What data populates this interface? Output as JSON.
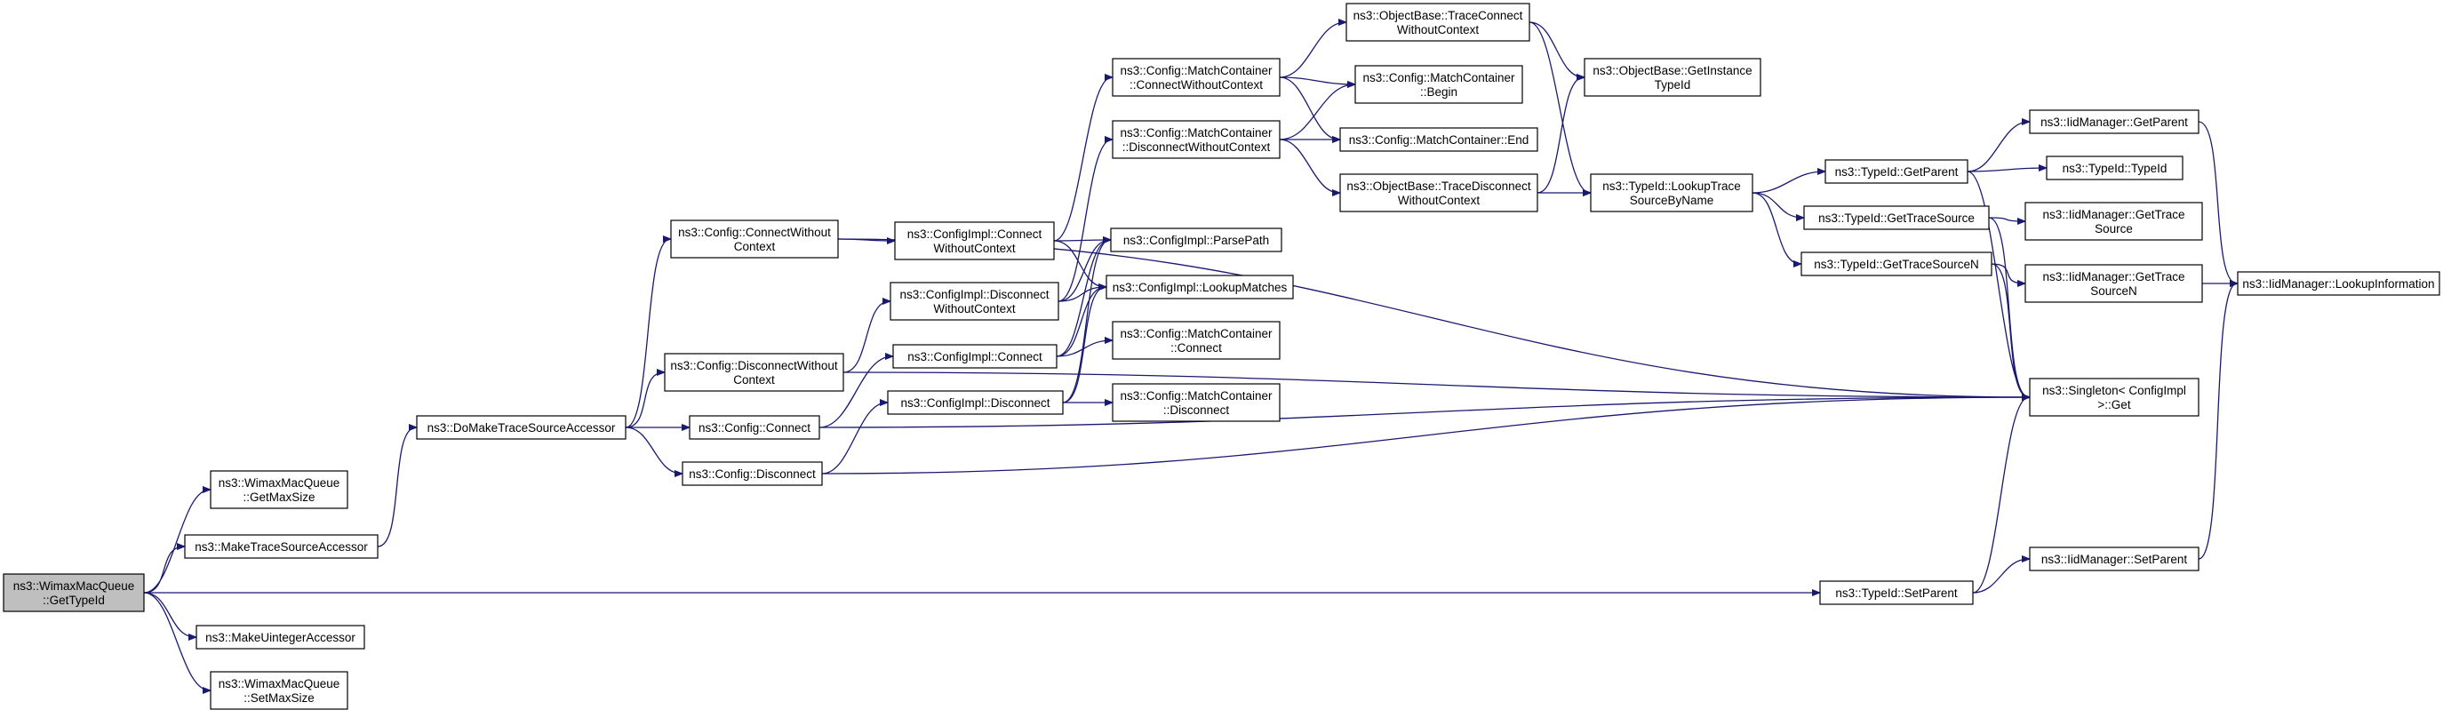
{
  "colors": {
    "edge": "#191970",
    "root_fill": "#bfbfbf",
    "node_fill": "#ffffff",
    "border": "#000000"
  },
  "nodes": [
    {
      "id": "getTypeId",
      "lines": [
        "ns3::WimaxMacQueue",
        "::GetTypeId"
      ],
      "root": true
    },
    {
      "id": "getMaxSize",
      "lines": [
        "ns3::WimaxMacQueue",
        "::GetMaxSize"
      ]
    },
    {
      "id": "makeTSA",
      "lines": [
        "ns3::MakeTraceSourceAccessor"
      ]
    },
    {
      "id": "makeUIA",
      "lines": [
        "ns3::MakeUintegerAccessor"
      ]
    },
    {
      "id": "setMaxSize",
      "lines": [
        "ns3::WimaxMacQueue",
        "::SetMaxSize"
      ]
    },
    {
      "id": "doMakeTSA",
      "lines": [
        "ns3::DoMakeTraceSourceAccessor"
      ]
    },
    {
      "id": "cfgConnWC",
      "lines": [
        "ns3::Config::ConnectWithout",
        "Context"
      ]
    },
    {
      "id": "cfgDiscWC",
      "lines": [
        "ns3::Config::DisconnectWithout",
        "Context"
      ]
    },
    {
      "id": "cfgConnect",
      "lines": [
        "ns3::Config::Connect"
      ]
    },
    {
      "id": "cfgDisconnect",
      "lines": [
        "ns3::Config::Disconnect"
      ]
    },
    {
      "id": "implConnWC",
      "lines": [
        "ns3::ConfigImpl::Connect",
        "WithoutContext"
      ]
    },
    {
      "id": "implDiscWC",
      "lines": [
        "ns3::ConfigImpl::Disconnect",
        "WithoutContext"
      ]
    },
    {
      "id": "implConnect",
      "lines": [
        "ns3::ConfigImpl::Connect"
      ]
    },
    {
      "id": "implDisconnect",
      "lines": [
        "ns3::ConfigImpl::Disconnect"
      ]
    },
    {
      "id": "mcConnWC",
      "lines": [
        "ns3::Config::MatchContainer",
        "::ConnectWithoutContext"
      ]
    },
    {
      "id": "mcDiscWC",
      "lines": [
        "ns3::Config::MatchContainer",
        "::DisconnectWithoutContext"
      ]
    },
    {
      "id": "parsePath",
      "lines": [
        "ns3::ConfigImpl::ParsePath"
      ]
    },
    {
      "id": "lookupMatches",
      "lines": [
        "ns3::ConfigImpl::LookupMatches"
      ]
    },
    {
      "id": "mcConnect",
      "lines": [
        "ns3::Config::MatchContainer",
        "::Connect"
      ]
    },
    {
      "id": "mcDisconnect",
      "lines": [
        "ns3::Config::MatchContainer",
        "::Disconnect"
      ]
    },
    {
      "id": "obTraceConnWC",
      "lines": [
        "ns3::ObjectBase::TraceConnect",
        "WithoutContext"
      ]
    },
    {
      "id": "mcBegin",
      "lines": [
        "ns3::Config::MatchContainer",
        "::Begin"
      ]
    },
    {
      "id": "mcEnd",
      "lines": [
        "ns3::Config::MatchContainer::End"
      ]
    },
    {
      "id": "obTraceDiscWC",
      "lines": [
        "ns3::ObjectBase::TraceDisconnect",
        "WithoutContext"
      ]
    },
    {
      "id": "obGetInstTid",
      "lines": [
        "ns3::ObjectBase::GetInstance",
        "TypeId"
      ]
    },
    {
      "id": "tidLookupTSBN",
      "lines": [
        "ns3::TypeId::LookupTrace",
        "SourceByName"
      ]
    },
    {
      "id": "tidGetParent",
      "lines": [
        "ns3::TypeId::GetParent"
      ]
    },
    {
      "id": "tidGetTS",
      "lines": [
        "ns3::TypeId::GetTraceSource"
      ]
    },
    {
      "id": "tidGetTSN",
      "lines": [
        "ns3::TypeId::GetTraceSourceN"
      ]
    },
    {
      "id": "tidSetParent",
      "lines": [
        "ns3::TypeId::SetParent"
      ]
    },
    {
      "id": "iidGetParent",
      "lines": [
        "ns3::IidManager::GetParent"
      ]
    },
    {
      "id": "tidTypeId",
      "lines": [
        "ns3::TypeId::TypeId"
      ]
    },
    {
      "id": "iidGetTS",
      "lines": [
        "ns3::IidManager::GetTrace",
        "Source"
      ]
    },
    {
      "id": "iidGetTSN",
      "lines": [
        "ns3::IidManager::GetTrace",
        "SourceN"
      ]
    },
    {
      "id": "iidLookupInfo",
      "lines": [
        "ns3::IidManager::LookupInformation"
      ]
    },
    {
      "id": "singletonGet",
      "lines": [
        "ns3::Singleton< ConfigImpl",
        " >::Get"
      ]
    },
    {
      "id": "iidSetParent",
      "lines": [
        "ns3::IidManager::SetParent"
      ]
    }
  ],
  "edges": [
    [
      "getTypeId",
      "getMaxSize"
    ],
    [
      "getTypeId",
      "makeTSA"
    ],
    [
      "getTypeId",
      "makeUIA"
    ],
    [
      "getTypeId",
      "setMaxSize"
    ],
    [
      "getTypeId",
      "tidSetParent"
    ],
    [
      "makeTSA",
      "doMakeTSA"
    ],
    [
      "doMakeTSA",
      "cfgConnWC"
    ],
    [
      "doMakeTSA",
      "cfgDiscWC"
    ],
    [
      "doMakeTSA",
      "cfgConnect"
    ],
    [
      "doMakeTSA",
      "cfgDisconnect"
    ],
    [
      "cfgConnWC",
      "implConnWC"
    ],
    [
      "cfgConnWC",
      "singletonGet"
    ],
    [
      "cfgDiscWC",
      "implDiscWC"
    ],
    [
      "cfgDiscWC",
      "singletonGet"
    ],
    [
      "cfgConnect",
      "implConnect"
    ],
    [
      "cfgConnect",
      "singletonGet"
    ],
    [
      "cfgDisconnect",
      "implDisconnect"
    ],
    [
      "cfgDisconnect",
      "singletonGet"
    ],
    [
      "implConnWC",
      "mcConnWC"
    ],
    [
      "implConnWC",
      "parsePath"
    ],
    [
      "implConnWC",
      "lookupMatches"
    ],
    [
      "implDiscWC",
      "mcDiscWC"
    ],
    [
      "implDiscWC",
      "parsePath"
    ],
    [
      "implDiscWC",
      "lookupMatches"
    ],
    [
      "implConnect",
      "parsePath"
    ],
    [
      "implConnect",
      "lookupMatches"
    ],
    [
      "implConnect",
      "mcConnect"
    ],
    [
      "implDisconnect",
      "parsePath"
    ],
    [
      "implDisconnect",
      "lookupMatches"
    ],
    [
      "implDisconnect",
      "mcDisconnect"
    ],
    [
      "mcConnWC",
      "obTraceConnWC"
    ],
    [
      "mcConnWC",
      "mcBegin"
    ],
    [
      "mcConnWC",
      "mcEnd"
    ],
    [
      "mcDiscWC",
      "mcBegin"
    ],
    [
      "mcDiscWC",
      "mcEnd"
    ],
    [
      "mcDiscWC",
      "obTraceDiscWC"
    ],
    [
      "obTraceConnWC",
      "obGetInstTid"
    ],
    [
      "obTraceConnWC",
      "tidLookupTSBN"
    ],
    [
      "obTraceDiscWC",
      "obGetInstTid"
    ],
    [
      "obTraceDiscWC",
      "tidLookupTSBN"
    ],
    [
      "tidLookupTSBN",
      "tidGetParent"
    ],
    [
      "tidLookupTSBN",
      "tidGetTS"
    ],
    [
      "tidLookupTSBN",
      "tidGetTSN"
    ],
    [
      "tidGetParent",
      "iidGetParent"
    ],
    [
      "tidGetParent",
      "tidTypeId"
    ],
    [
      "tidGetParent",
      "singletonGet"
    ],
    [
      "tidGetTS",
      "iidGetTS"
    ],
    [
      "tidGetTS",
      "singletonGet"
    ],
    [
      "tidGetTSN",
      "iidGetTSN"
    ],
    [
      "tidGetTSN",
      "singletonGet"
    ],
    [
      "iidGetParent",
      "iidLookupInfo"
    ],
    [
      "iidGetTSN",
      "iidLookupInfo"
    ],
    [
      "tidSetParent",
      "iidSetParent"
    ],
    [
      "tidSetParent",
      "singletonGet"
    ],
    [
      "iidSetParent",
      "iidLookupInfo"
    ]
  ]
}
